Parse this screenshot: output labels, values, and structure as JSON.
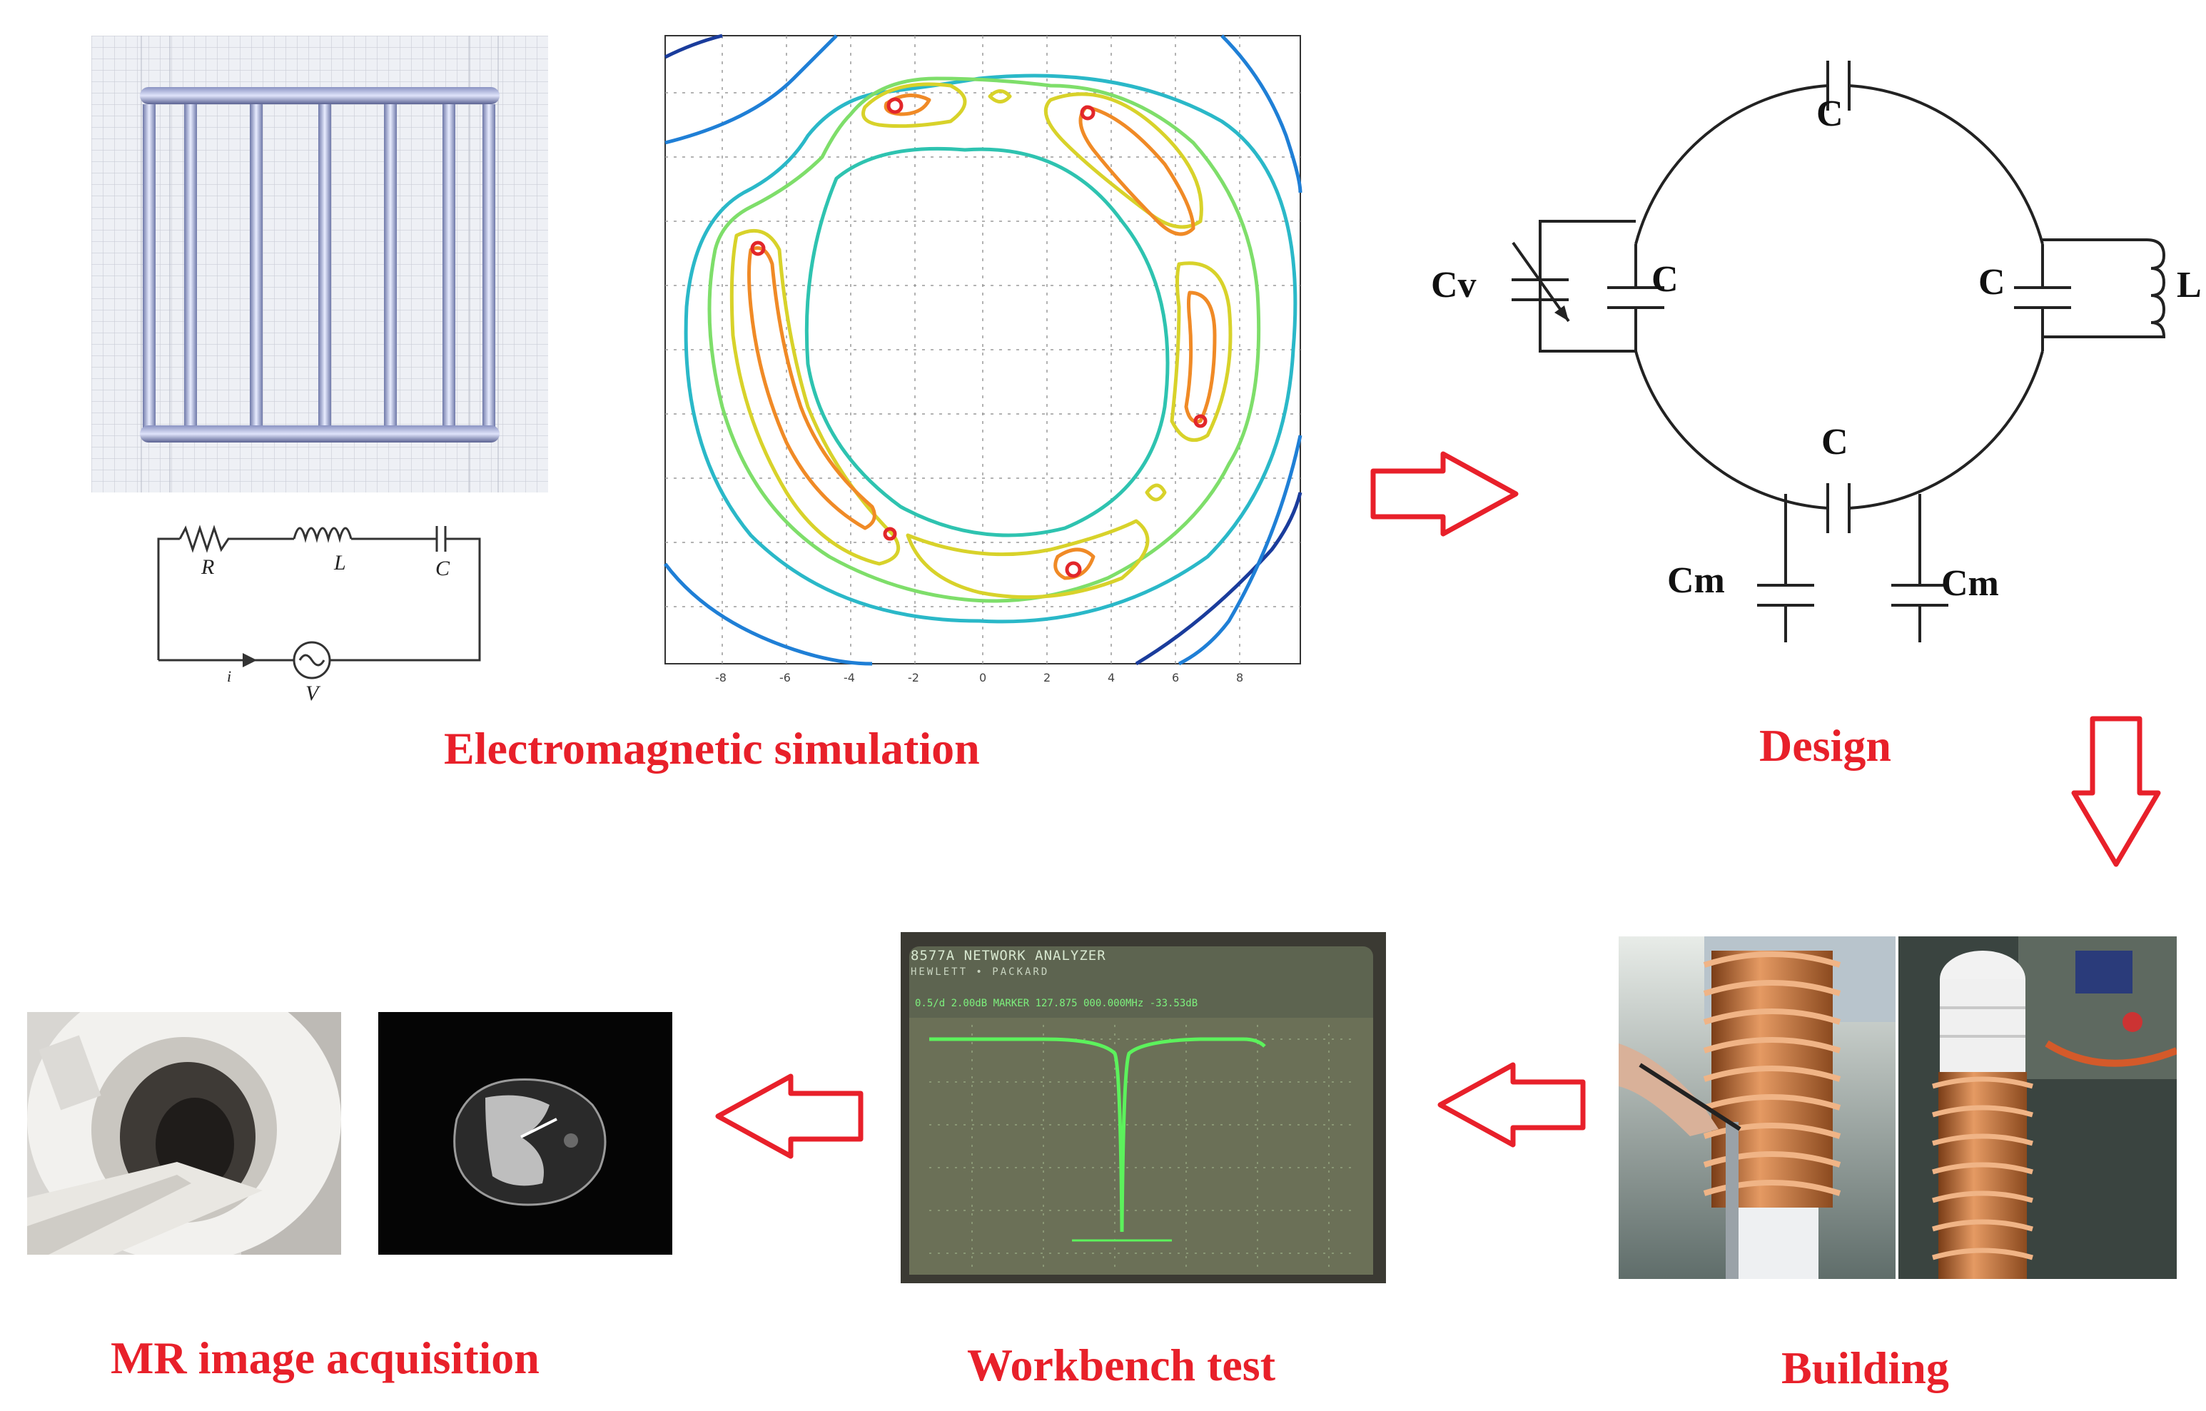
{
  "stages": {
    "simulation": "Electromagnetic simulation",
    "design": "Design",
    "building": "Building",
    "workbench": "Workbench test",
    "mri": "MR image acquisition"
  },
  "circuit": {
    "c_top": "C",
    "c_left": "C",
    "c_right": "C",
    "c_bottom": "C",
    "cv": "Cv",
    "l": "L",
    "cm_left": "Cm",
    "cm_right": "Cm"
  },
  "rlc": {
    "r": "R",
    "l": "L",
    "c": "C",
    "v": "V",
    "i": "i"
  },
  "analyzer": {
    "header1": "8577A NETWORK ANALYZER",
    "header2": "HEWLETT • PACKARD",
    "readout": "0.5/d   2.00dB   MARKER 127.875 000.000MHz   -33.53dB"
  },
  "colors": {
    "accent": "#e8202a",
    "copper": "#c8743c",
    "trace": "#5cf25c"
  }
}
